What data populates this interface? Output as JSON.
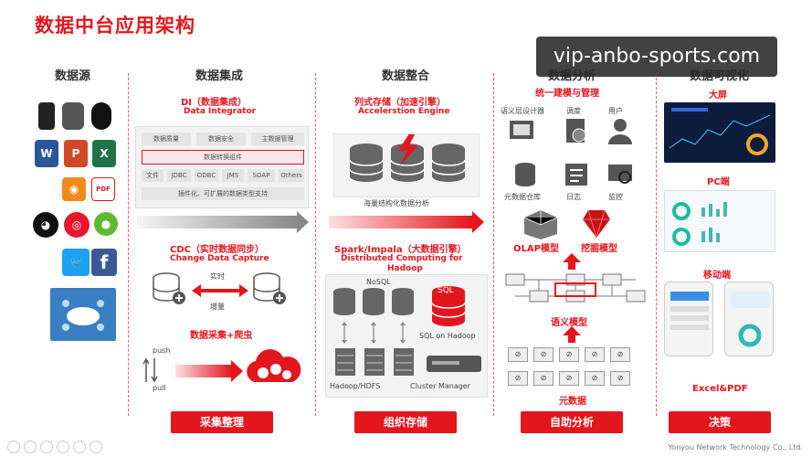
{
  "title": "数据中台应用架构",
  "watermark": "vip-anbo-sports.com",
  "columns": {
    "sources": "数据源",
    "integration": "数据集成",
    "consolidation": "数据整合",
    "analysis": "数据分析",
    "visualization": "数据可视化"
  },
  "integration": {
    "di_title": "DI（数据集成）",
    "di_sub": "Data Integrator",
    "row1": [
      "数据质量",
      "数据安全",
      "主数据管理"
    ],
    "row2": "数据转换组件",
    "row3": [
      "文件",
      "JDBC",
      "ODBC",
      "JMS",
      "SOAP",
      "Others"
    ],
    "row4": "插件化、可扩展的数据类型支持",
    "cdc_title": "CDC（实时数据同步）",
    "cdc_sub": "Change Data Capture",
    "realtime": "实时",
    "incremental": "增量",
    "crawler": "数据采集+爬虫",
    "push": "push",
    "pull": "pull"
  },
  "consolidation": {
    "col_title": "列式存储（加速引擎）",
    "col_sub": "Accelerstion Engine",
    "mass": "海量结构化数据分析",
    "spark_title": "Spark/Impala（大数据引擎）",
    "spark_sub1": "Distributed Computing for",
    "spark_sub2": "Hadoop",
    "nosql": "NoSQL",
    "sql": "SQL",
    "sql_hadoop": "SQL on Hadoop",
    "hdfs": "Hadoop/HDFS",
    "cluster": "Cluster Manager"
  },
  "analysis": {
    "unified": "统一建模与管理",
    "semantic_designer": "语义层设计器",
    "scheduling": "调度",
    "user": "用户",
    "metadata_repo": "元数据仓库",
    "log": "日志",
    "monitor": "监控",
    "olap": "OLAP模型",
    "mining": "挖掘模型",
    "semantic_model": "语义模型",
    "metadata": "元数据"
  },
  "visualization": {
    "big_screen": "大屏",
    "pc": "PC端",
    "mobile": "移动端",
    "excel_pdf": "Excel&PDF"
  },
  "buttons": [
    "采集整理",
    "组织存储",
    "自助分析",
    "决策"
  ],
  "footer": "Yonyou Network Technology Co., Ltd.",
  "colors": {
    "brand_red": "#e4161d"
  }
}
